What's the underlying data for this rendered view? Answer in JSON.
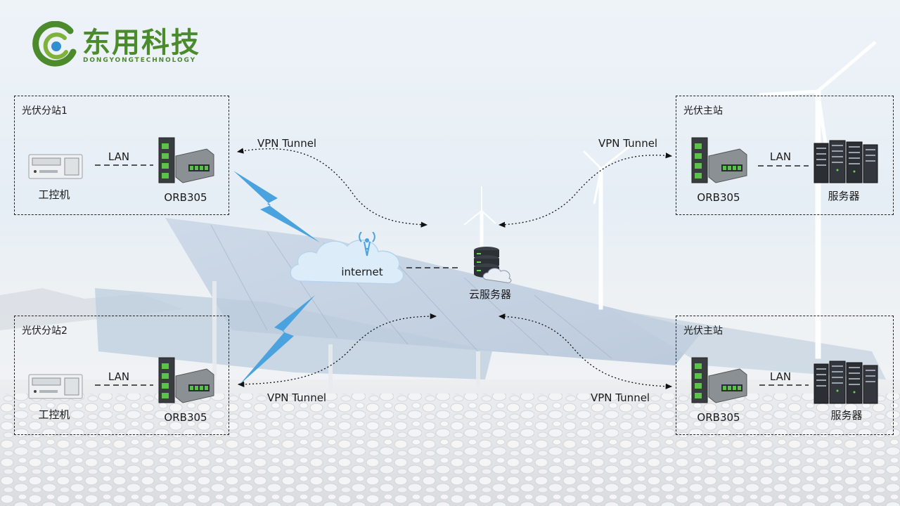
{
  "logo": {
    "name_cn": "东用科技",
    "name_en": "DONGYONGTECHNOLOGY"
  },
  "sites": {
    "sub1": {
      "title": "光伏分站1",
      "pc_label": "工控机",
      "router_label": "ORB305",
      "link_label": "LAN"
    },
    "sub2": {
      "title": "光伏分站2",
      "pc_label": "工控机",
      "router_label": "ORB305",
      "link_label": "LAN"
    },
    "main1": {
      "title": "光伏主站",
      "router_label": "ORB305",
      "server_label": "服务器",
      "link_label": "LAN"
    },
    "main2": {
      "title": "光伏主站",
      "router_label": "ORB305",
      "server_label": "服务器",
      "link_label": "LAN"
    }
  },
  "center": {
    "internet_label": "internet",
    "cloud_server_label": "云服务器"
  },
  "tunnels": {
    "top_left": "VPN Tunnel",
    "top_right": "VPN Tunnel",
    "bottom_left": "VPN Tunnel",
    "bottom_right": "VPN Tunnel"
  },
  "colors": {
    "brand_green": "#4b8b2b",
    "lightning_blue": "#4aa3df",
    "logo_blue": "#2f8fd1"
  }
}
